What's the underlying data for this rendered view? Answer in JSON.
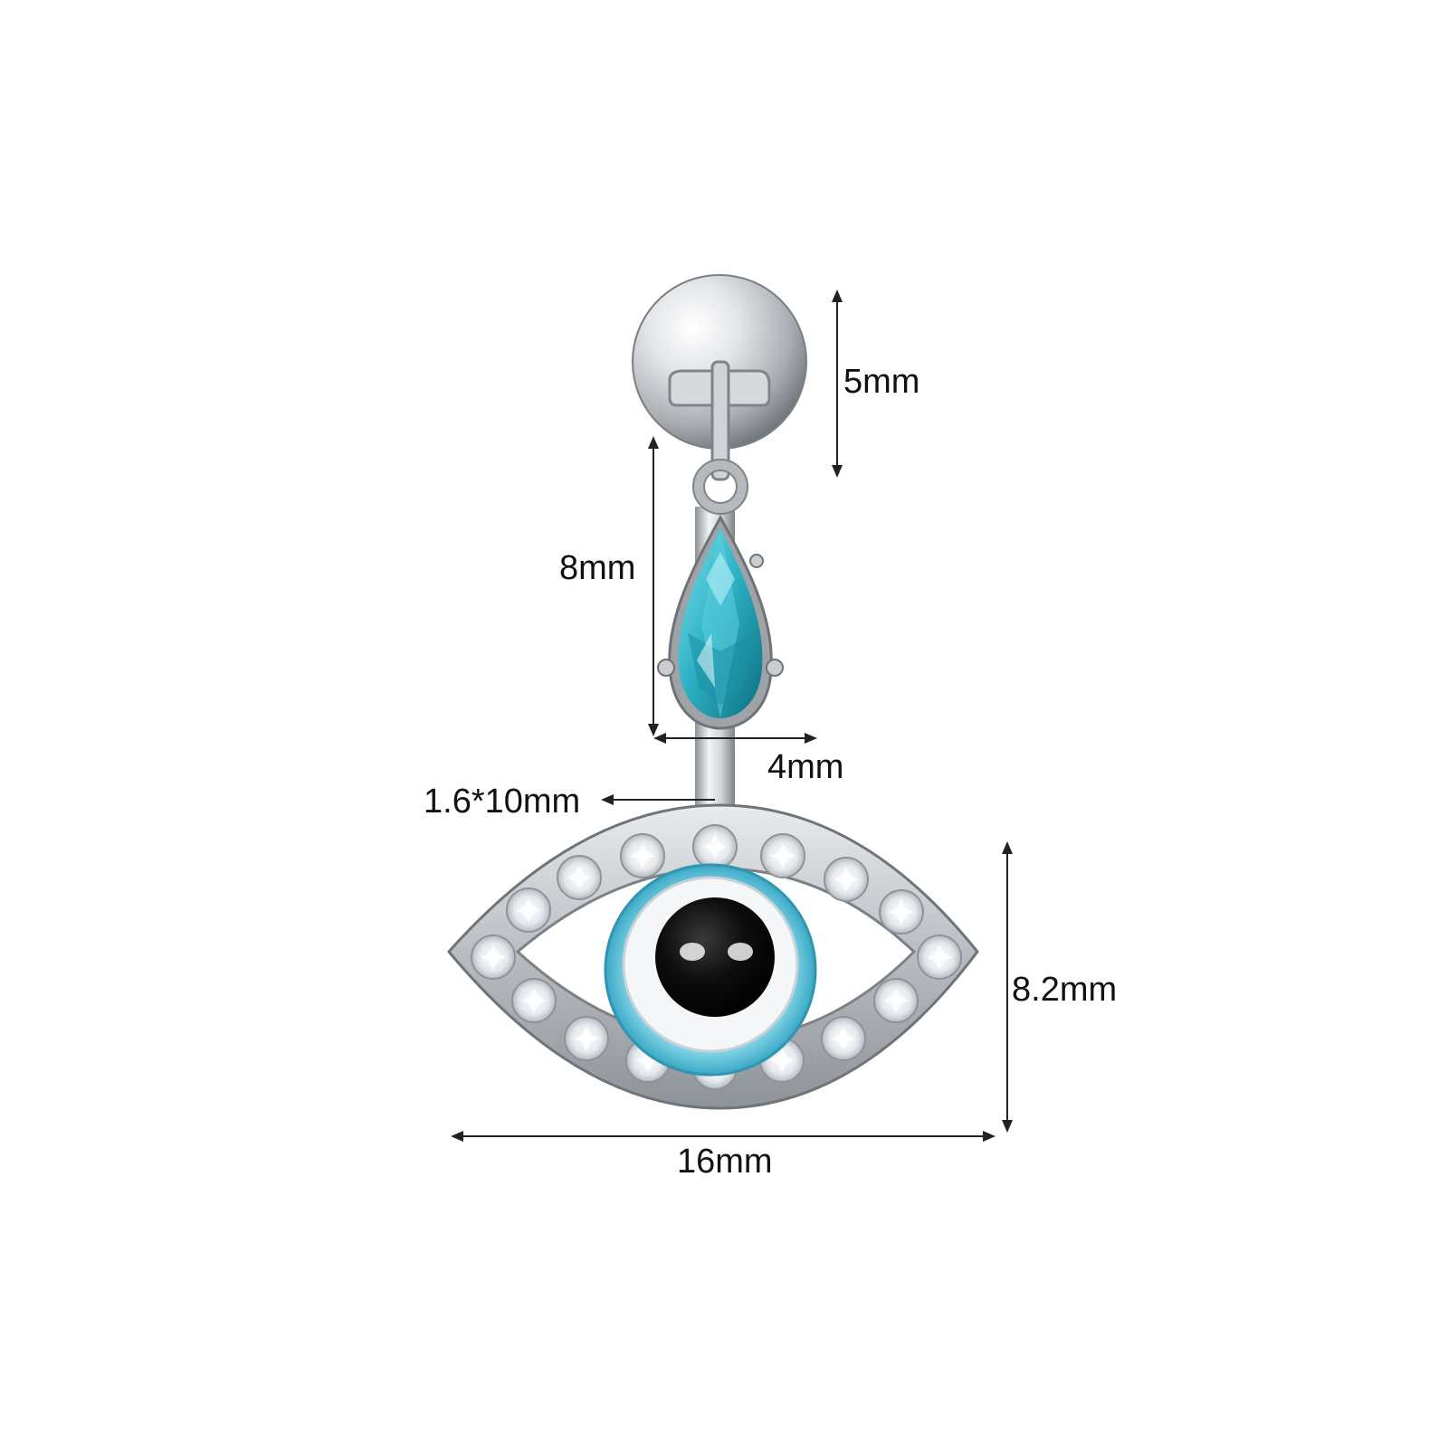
{
  "product": {
    "name": "evil-eye-belly-ring",
    "colors": {
      "metal": "#c9ccd0",
      "metal_dark": "#8a8f95",
      "gem": "#2fb3c6",
      "gem_dark": "#0f7f93",
      "iris_ring": "#5cc3dc",
      "eye_white": "#f4f6f7",
      "pupil": "#0a0a0a",
      "crystal": "#eef1f4",
      "dimension": "#222222"
    }
  },
  "dimensions": {
    "ball": "5mm",
    "drop_length": "8mm",
    "drop_width": "4mm",
    "bar": "1.6*10mm",
    "eye_height": "8.2mm",
    "eye_width": "16mm"
  }
}
